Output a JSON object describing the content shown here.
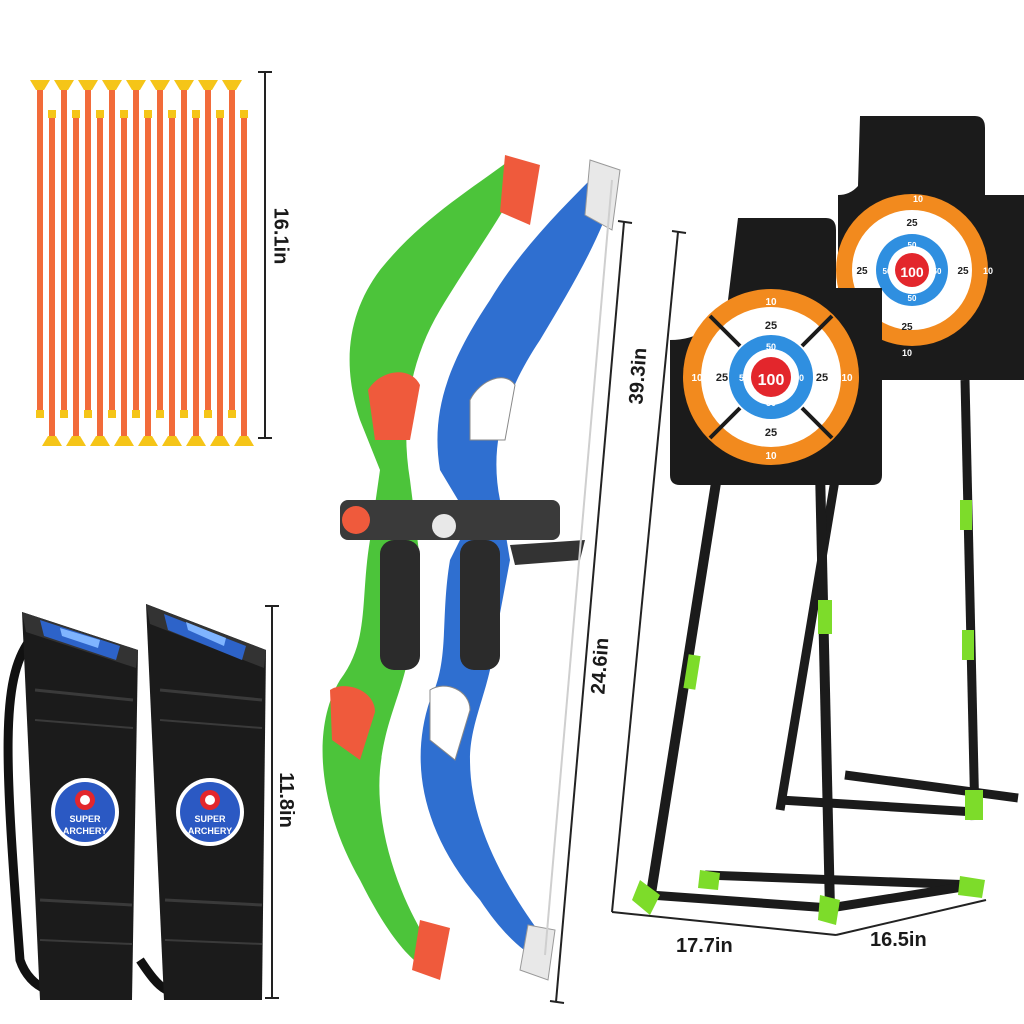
{
  "dimensions": {
    "arrows_length": "16.1in",
    "quiver_height": "11.8in",
    "bow_height": "39.3in",
    "bow_string": "24.6in",
    "stand_width": "17.7in",
    "stand_depth": "16.5in"
  },
  "quiver": {
    "logo_line1": "SUPER",
    "logo_line2": "ARCHERY"
  },
  "target": {
    "bullseye": "100",
    "inner_ring": "50",
    "middle_ring": "25",
    "outer_ring": "10"
  },
  "colors": {
    "arrow_shaft": "#f26b3a",
    "arrow_tip": "#f5c518",
    "bow_green": "#4cc43a",
    "bow_blue": "#2f6fd0",
    "bow_accent": "#ef5a3c",
    "target_orange": "#f28a1e",
    "target_blue": "#2f8fe0",
    "target_red": "#e3262c",
    "stand_green": "#7ddc2a",
    "quiver_black": "#1b1b1b"
  }
}
